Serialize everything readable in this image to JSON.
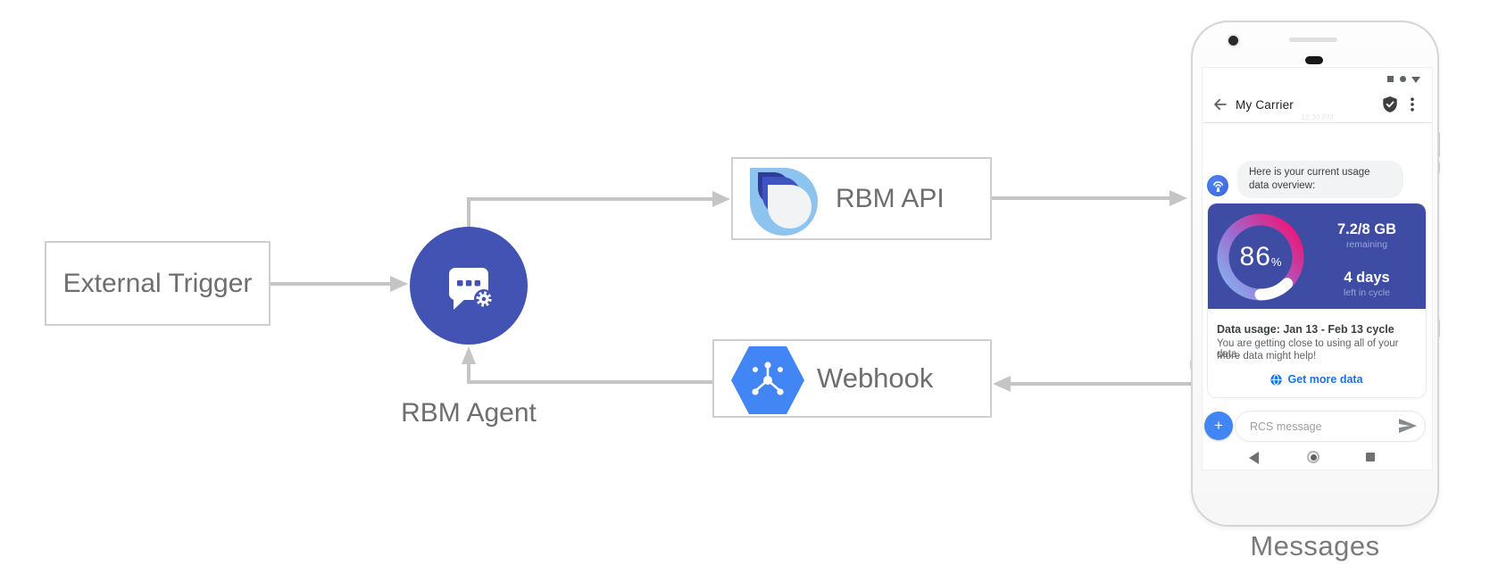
{
  "diagram": {
    "external_trigger_label": "External Trigger",
    "rbm_agent_label": "RBM Agent",
    "rbm_api_label": "RBM API",
    "webhook_label": "Webhook",
    "phone_caption": "Messages"
  },
  "phone": {
    "header": {
      "title": "My Carrier",
      "back_icon": "arrow-left",
      "verified_icon": "shield-check",
      "menu_icon": "kebab-menu"
    },
    "status_icons": [
      "square",
      "circle",
      "triangle"
    ],
    "timestamp": "12:30 PM",
    "message": {
      "line1": "Here is your current usage",
      "line2": "data overview:"
    },
    "usage_card": {
      "percent_value": "86",
      "percent_unit": "%",
      "remaining_value": "7.2/8 GB",
      "remaining_label": "remaining",
      "days_value": "4 days",
      "days_label": "left in cycle",
      "title": "Data usage: Jan 13 - Feb 13 cycle",
      "body_line1": "You are getting close to using all of your data.",
      "body_line2": "More data might help!",
      "cta_label": "Get more data"
    },
    "compose": {
      "plus_icon": "+",
      "placeholder": "RCS message",
      "send_icon": "send"
    },
    "nav": [
      "back",
      "home",
      "recents"
    ]
  },
  "colors": {
    "agent_indigo": "#4353b4",
    "usage_card_indigo": "#3e4ca3",
    "google_blue": "#4285f4",
    "cta_blue": "#1a73e8",
    "arrow_gray": "#c5c5c5",
    "gauge_gradient": [
      "#85b8f0",
      "#9b6fd4",
      "#e9197d"
    ]
  }
}
